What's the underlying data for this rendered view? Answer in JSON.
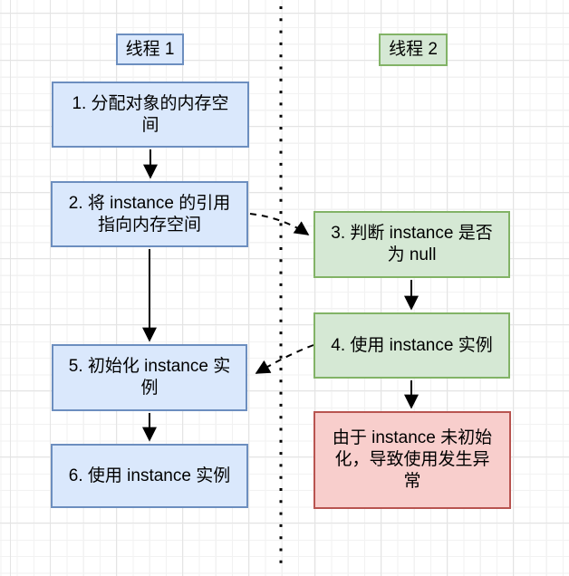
{
  "colors": {
    "blue_fill": "#dae8fc",
    "blue_border": "#6c8ebf",
    "green_fill": "#d5e8d4",
    "green_border": "#82b366",
    "red_fill": "#f8cecc",
    "red_border": "#b85450",
    "line_color": "#000000",
    "grid_minor": "#f2f2f2",
    "grid_major": "#e4e4e4"
  },
  "labels": {
    "thread1": "线程 1",
    "thread2": "线程 2"
  },
  "nodes": {
    "step1": {
      "lines": [
        "1. 分配对象的内存空",
        "间"
      ]
    },
    "step2": {
      "lines": [
        "2. 将 instance 的引用",
        "指向内存空间"
      ]
    },
    "step3": {
      "lines": [
        "3. 判断 instance 是否",
        "为 null"
      ]
    },
    "step4": {
      "lines": [
        "4. 使用 instance 实例"
      ]
    },
    "step5": {
      "lines": [
        "5. 初始化 instance 实",
        "例"
      ]
    },
    "step6": {
      "lines": [
        "6. 使用 instance 实例"
      ]
    },
    "error": {
      "lines": [
        "由于 instance 未初始",
        "化，导致使用发生异",
        "常"
      ]
    }
  }
}
